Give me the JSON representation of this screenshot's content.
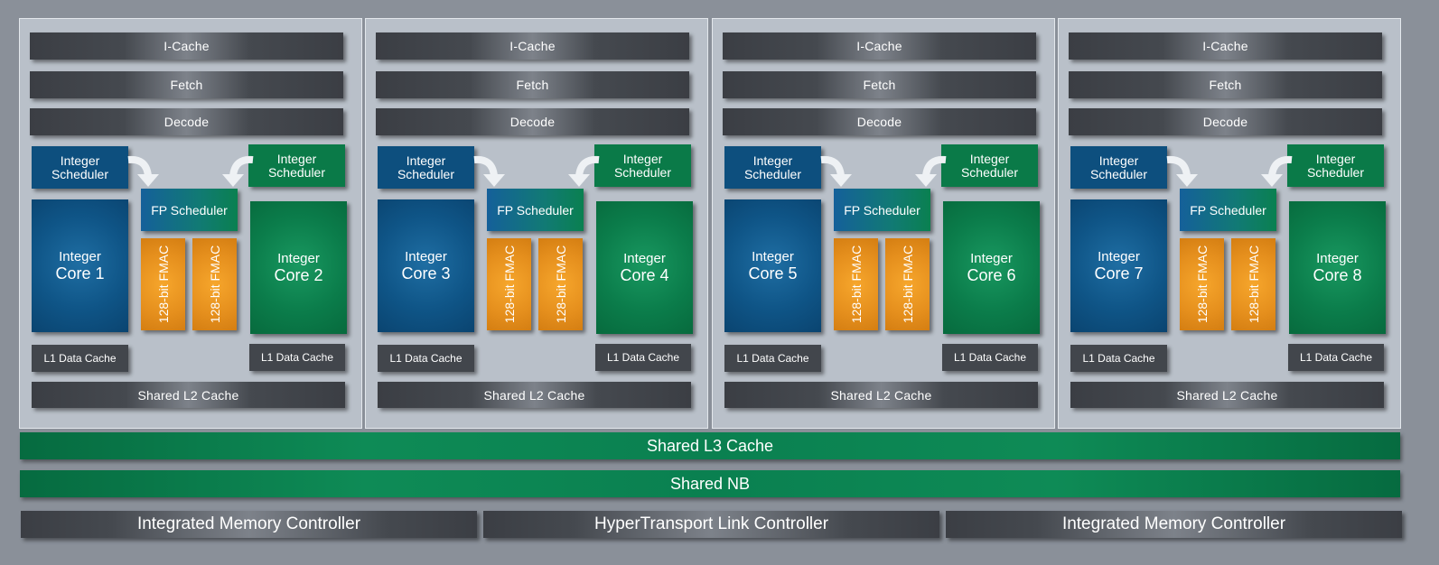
{
  "modules": [
    {
      "icache": "I-Cache",
      "fetch": "Fetch",
      "decode": "Decode",
      "int_sched_left_l1": "Integer",
      "int_sched_left_l2": "Scheduler",
      "int_sched_right_l1": "Integer",
      "int_sched_right_l2": "Scheduler",
      "fp_sched": "FP Scheduler",
      "core_left_l1": "Integer",
      "core_left_l2": "Core 1",
      "core_right_l1": "Integer",
      "core_right_l2": "Core 2",
      "fmac_1": "128-bit FMAC",
      "fmac_2": "128-bit FMAC",
      "l1_left": "L1 Data Cache",
      "l1_right": "L1 Data Cache",
      "l2": "Shared L2 Cache"
    },
    {
      "icache": "I-Cache",
      "fetch": "Fetch",
      "decode": "Decode",
      "int_sched_left_l1": "Integer",
      "int_sched_left_l2": "Scheduler",
      "int_sched_right_l1": "Integer",
      "int_sched_right_l2": "Scheduler",
      "fp_sched": "FP Scheduler",
      "core_left_l1": "Integer",
      "core_left_l2": "Core 3",
      "core_right_l1": "Integer",
      "core_right_l2": "Core 4",
      "fmac_1": "128-bit FMAC",
      "fmac_2": "128-bit FMAC",
      "l1_left": "L1 Data Cache",
      "l1_right": "L1 Data Cache",
      "l2": "Shared L2 Cache"
    },
    {
      "icache": "I-Cache",
      "fetch": "Fetch",
      "decode": "Decode",
      "int_sched_left_l1": "Integer",
      "int_sched_left_l2": "Scheduler",
      "int_sched_right_l1": "Integer",
      "int_sched_right_l2": "Scheduler",
      "fp_sched": "FP Scheduler",
      "core_left_l1": "Integer",
      "core_left_l2": "Core 5",
      "core_right_l1": "Integer",
      "core_right_l2": "Core 6",
      "fmac_1": "128-bit FMAC",
      "fmac_2": "128-bit FMAC",
      "l1_left": "L1 Data Cache",
      "l1_right": "L1 Data Cache",
      "l2": "Shared L2 Cache"
    },
    {
      "icache": "I-Cache",
      "fetch": "Fetch",
      "decode": "Decode",
      "int_sched_left_l1": "Integer",
      "int_sched_left_l2": "Scheduler",
      "int_sched_right_l1": "Integer",
      "int_sched_right_l2": "Scheduler",
      "fp_sched": "FP Scheduler",
      "core_left_l1": "Integer",
      "core_left_l2": "Core 7",
      "core_right_l1": "Integer",
      "core_right_l2": "Core 8",
      "fmac_1": "128-bit FMAC",
      "fmac_2": "128-bit FMAC",
      "l1_left": "L1 Data Cache",
      "l1_right": "L1 Data Cache",
      "l2": "Shared L2 Cache"
    }
  ],
  "shared": {
    "l3": "Shared L3 Cache",
    "nb": "Shared NB",
    "imc_left": "Integrated Memory Controller",
    "ht": "HyperTransport Link Controller",
    "imc_right": "Integrated Memory Controller"
  },
  "colors": {
    "background": "#8a9099",
    "module_bg": "#b9c0c9",
    "integer_blue": "#0d4f7e",
    "integer_green": "#0a7a48",
    "fmac_orange": "#e58f1d",
    "cache_gray": "#42464c"
  }
}
